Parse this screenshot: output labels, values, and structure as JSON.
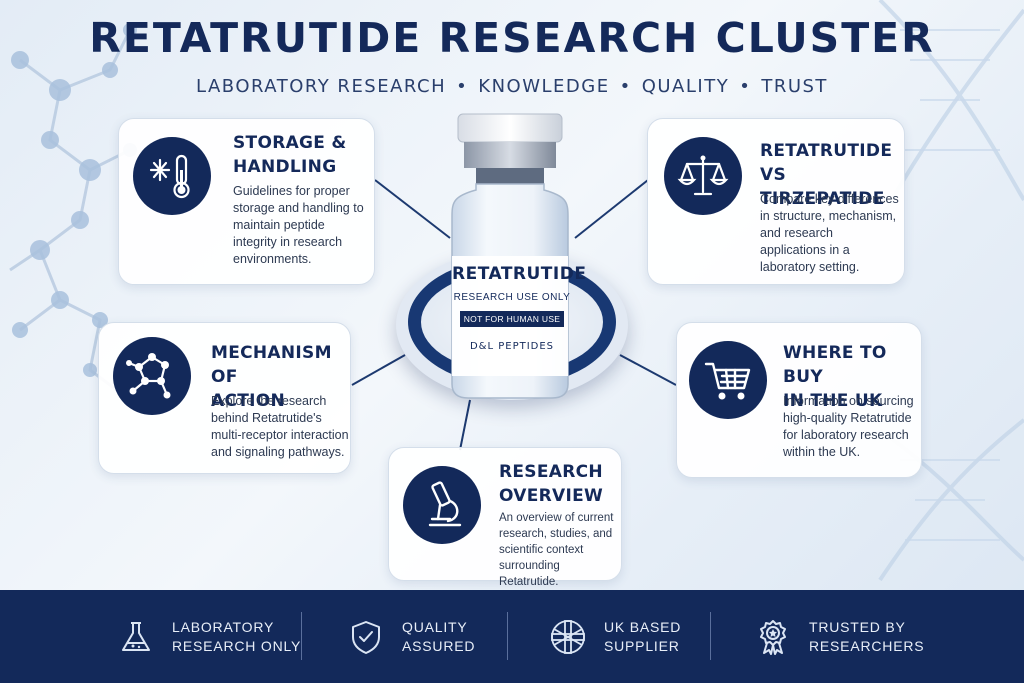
{
  "header": {
    "title": "RETATRUTIDE RESEARCH CLUSTER",
    "tagline": [
      "LABORATORY RESEARCH",
      "KNOWLEDGE",
      "QUALITY",
      "TRUST"
    ],
    "separator": "•"
  },
  "colors": {
    "navy": "#13295a",
    "ring": "#183873",
    "background": "#eaf1f8",
    "card": "#ffffff"
  },
  "vial": {
    "brand": "RETATRUTIDE",
    "sub": "RESEARCH USE ONLY",
    "warning": "NOT FOR HUMAN USE",
    "maker": "D&L PEPTIDES"
  },
  "cards": {
    "storage": {
      "title_line1": "STORAGE &",
      "title_line2": "HANDLING",
      "body": "Guidelines for proper storage and handling to maintain peptide integrity in research environments.",
      "icon": "thermometer-snowflake-icon"
    },
    "comparison": {
      "title_line1": "RETATRUTIDE",
      "title_line2": "VS TIRZEPATIDE",
      "body": "Compare key differences in structure, mechanism, and research applications in a laboratory setting.",
      "icon": "scales-icon"
    },
    "mechanism": {
      "title_line1": "MECHANISM OF",
      "title_line2": "ACTION",
      "body": "Explore the research behind Retatrutide's multi-receptor interaction and signaling pathways.",
      "icon": "molecule-icon"
    },
    "buy": {
      "title_line1": "WHERE TO BUY",
      "title_line2": "IN THE UK",
      "body": "Information on sourcing high-quality Retatrutide for laboratory research within the UK.",
      "icon": "shopping-cart-icon"
    },
    "overview": {
      "title_line1": "RESEARCH",
      "title_line2": "OVERVIEW",
      "body": "An overview of current research, studies, and scientific context surrounding Retatrutide.",
      "icon": "microscope-icon"
    }
  },
  "footer": {
    "items": [
      {
        "label": "LABORATORY\nRESEARCH ONLY",
        "icon": "flask-icon"
      },
      {
        "label": "QUALITY\nASSURED",
        "icon": "shield-check-icon"
      },
      {
        "label": "UK BASED\nSUPPLIER",
        "icon": "uk-flag-icon"
      },
      {
        "label": "TRUSTED BY\nRESEARCHERS",
        "icon": "award-badge-icon"
      }
    ]
  }
}
